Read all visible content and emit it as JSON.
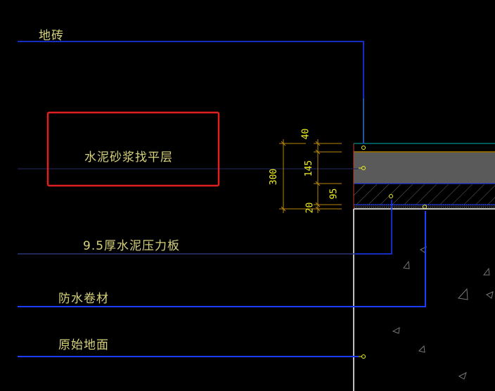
{
  "labels": {
    "tile": "地砖",
    "screed": "水泥砂浆找平层",
    "board": "9.5厚水泥压力板",
    "waterproof": "防水卷材",
    "ground": "原始地面"
  },
  "dimensions": {
    "total": "300",
    "d1": "40",
    "d2": "145",
    "d3": "95",
    "d4": "20"
  },
  "colors": {
    "background": "#000000",
    "leader": "#1a3cff",
    "text": "#d6d27a",
    "dimension": "#b8860b",
    "highlight": "#e02020",
    "layer_fill": "#5a5a5a"
  }
}
